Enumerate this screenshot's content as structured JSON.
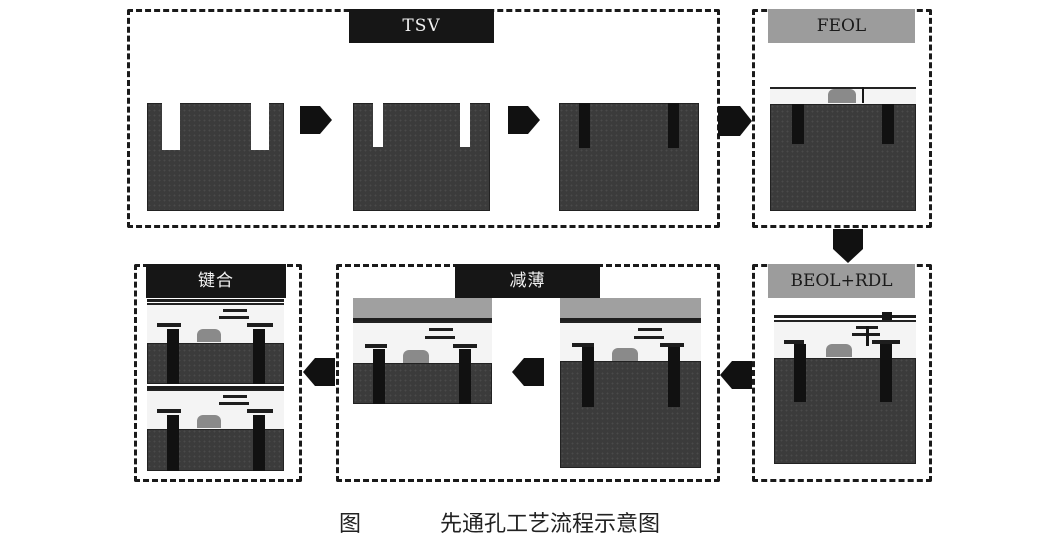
{
  "stages": {
    "tsv": "TSV",
    "feol": "FEOL",
    "beol_rdl": "BEOL+RDL",
    "thinning": "减薄",
    "bonding": "键合"
  },
  "caption": {
    "figure": "图",
    "title": "先通孔工艺流程示意图"
  }
}
